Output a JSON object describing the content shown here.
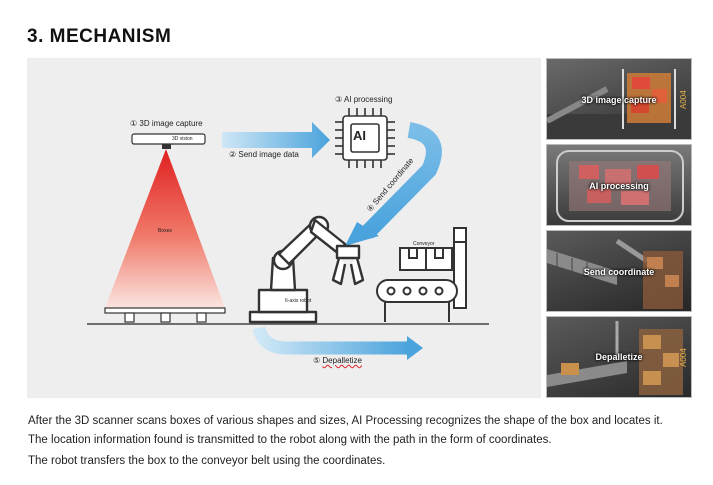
{
  "title": "3. MECHANISM",
  "diagram": {
    "step1": "① 3D image capture",
    "vision_label": "3D vision",
    "step2": "② Send image data",
    "step3": "③ AI processing",
    "ai_chip_text": "AI",
    "step4": "④ Send coordinate",
    "boxes_label": "Boxes",
    "robot_label": "6-axis robot",
    "conveyor_label": "Conveyor",
    "step5_num": "⑤",
    "step5_text": "Depalletize"
  },
  "thumbnails": [
    {
      "label": "3D image capture",
      "tag": "A004"
    },
    {
      "label": "AI processing"
    },
    {
      "label": "Send coordinate"
    },
    {
      "label": "Depalletize",
      "tag": "A004"
    }
  ],
  "description": [
    "After the 3D scanner scans boxes of various shapes and sizes, AI Processing recognizes the shape of the box and locates it.",
    "The location information found is transmitted to the robot along with the path in the form of coordinates.",
    "The robot transfers the box to the conveyor belt using the coordinates."
  ],
  "colors": {
    "arrow_blue": "#5aaee0",
    "beam_red": "#e53535",
    "icon_dark": "#333333",
    "diagram_bg": "#eeeeee"
  }
}
